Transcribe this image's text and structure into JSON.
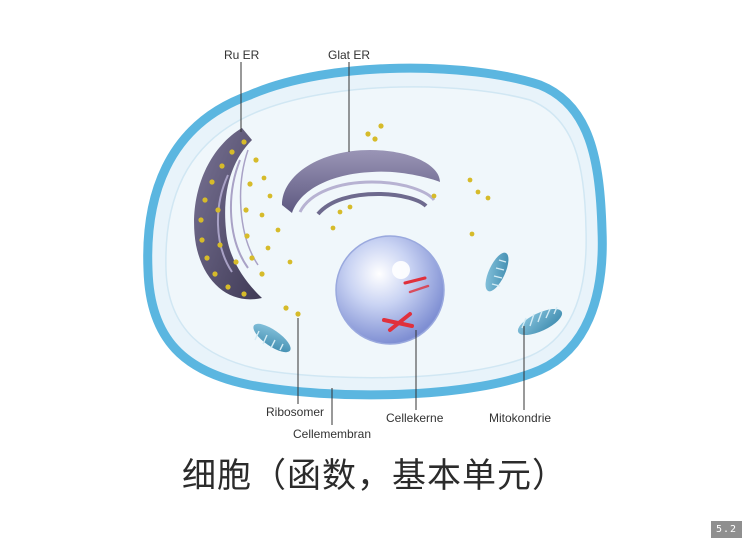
{
  "labels": {
    "rough_er": "Ru ER",
    "smooth_er": "Glat ER",
    "ribosomes": "Ribosomer",
    "cell_membrane": "Cellemembran",
    "nucleus": "Cellekerne",
    "mitochondria": "Mitokondrie"
  },
  "caption": "细胞（函数，基本单元）",
  "page_number": "5.2",
  "colors": {
    "membrane": "#5bb6e0",
    "cytoplasm": "#e8f3fa",
    "rough_er": "#4f4a68",
    "smooth_er": "#6e6a8e",
    "ribosome": "#d6bb2a",
    "nucleus": "#b9c7ee",
    "chromosome": "#e0303c",
    "mitochondria": "#4f9cc0"
  }
}
